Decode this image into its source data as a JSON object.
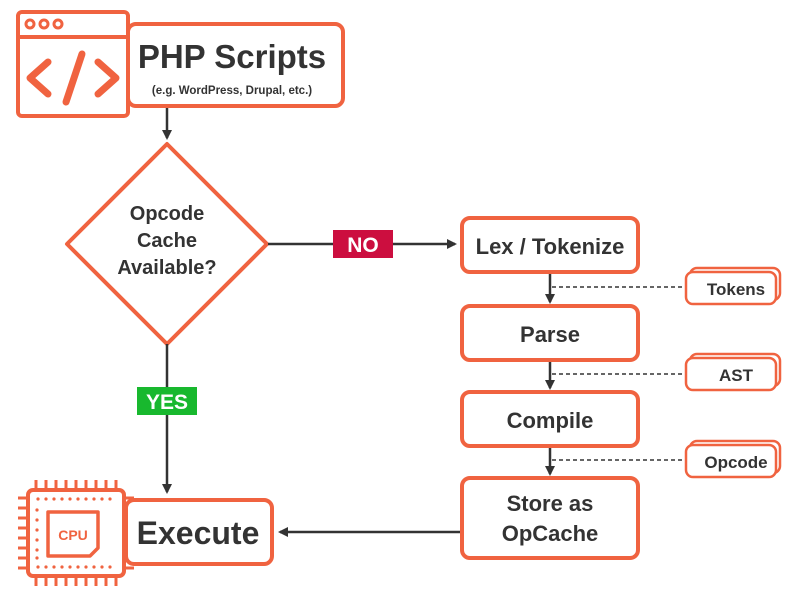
{
  "colors": {
    "accent": "#f06340",
    "text": "#333333",
    "no_badge": "#cc0e3f",
    "yes_badge": "#18b82e",
    "background": "#ffffff"
  },
  "icons": {
    "scripts": "code-window-icon",
    "execute": "cpu-chip-icon"
  },
  "nodes": {
    "php_scripts": {
      "title": "PHP Scripts",
      "subtitle": "(e.g. WordPress, Drupal, etc.)"
    },
    "decision": {
      "line1": "Opcode",
      "line2": "Cache",
      "line3": "Available?"
    },
    "execute": {
      "label": "Execute",
      "chip_label": "CPU"
    },
    "lex": {
      "label": "Lex / Tokenize"
    },
    "parse": {
      "label": "Parse"
    },
    "compile": {
      "label": "Compile"
    },
    "store": {
      "line1": "Store as",
      "line2": "OpCache"
    }
  },
  "badges": {
    "no": "NO",
    "yes": "YES"
  },
  "artifacts": {
    "tokens": "Tokens",
    "ast": "AST",
    "opcode": "Opcode"
  }
}
